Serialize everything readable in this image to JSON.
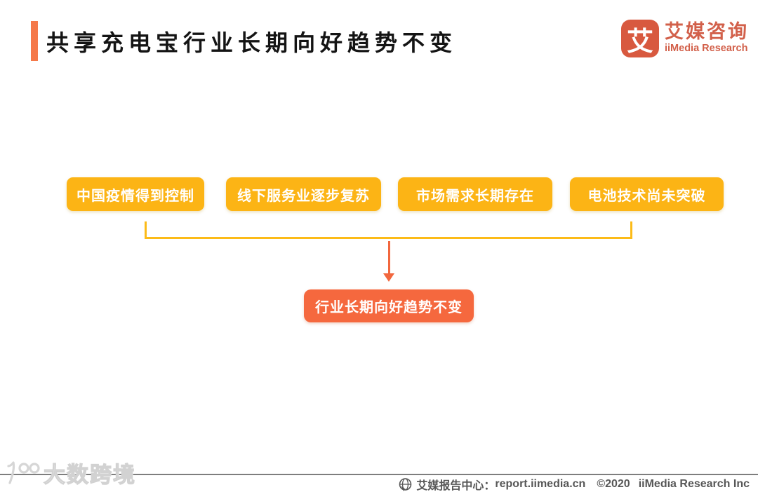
{
  "header": {
    "title": "共享充电宝行业长期向好趋势不变"
  },
  "logo": {
    "icon_char": "艾",
    "name_cn": "艾媒咨询",
    "name_en": "iiMedia Research"
  },
  "diagram": {
    "factors": [
      "中国疫情得到控制",
      "线下服务业逐步复苏",
      "市场需求长期存在",
      "电池技术尚未突破"
    ],
    "conclusion": "行业长期向好趋势不变"
  },
  "colors": {
    "accent_orange": "#F5794A",
    "factor_yellow": "#FCB415",
    "bracket_yellow": "#FCBB18",
    "conclusion_orange": "#F5683E",
    "brand_orange": "#D2604A"
  },
  "footer": {
    "report_center": "艾媒报告中心：",
    "url": "report.iimedia.cn",
    "copyright": "©2020",
    "company": "iiMedia Research Inc"
  },
  "watermark": {
    "text": "大数跨境"
  }
}
